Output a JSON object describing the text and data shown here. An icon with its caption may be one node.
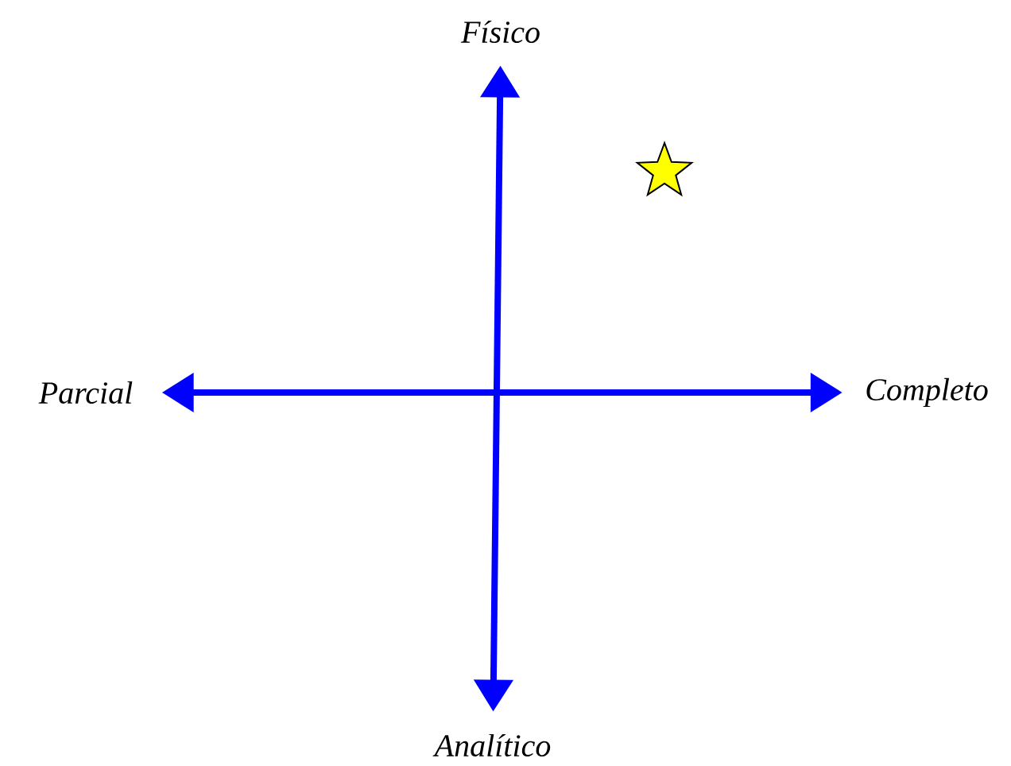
{
  "diagram": {
    "nodes": [
      {
        "text": [
          "Físico"
        ]
      },
      {
        "text": [
          "Analítico"
        ]
      },
      {
        "text": [
          "Parcial"
        ]
      },
      {
        "text": [
          "Completo"
        ]
      }
    ],
    "edges": [
      {
        "from": 2,
        "to": 3,
        "arrow": "both"
      },
      {
        "from": 0,
        "to": 1,
        "arrow": "both"
      }
    ]
  }
}
